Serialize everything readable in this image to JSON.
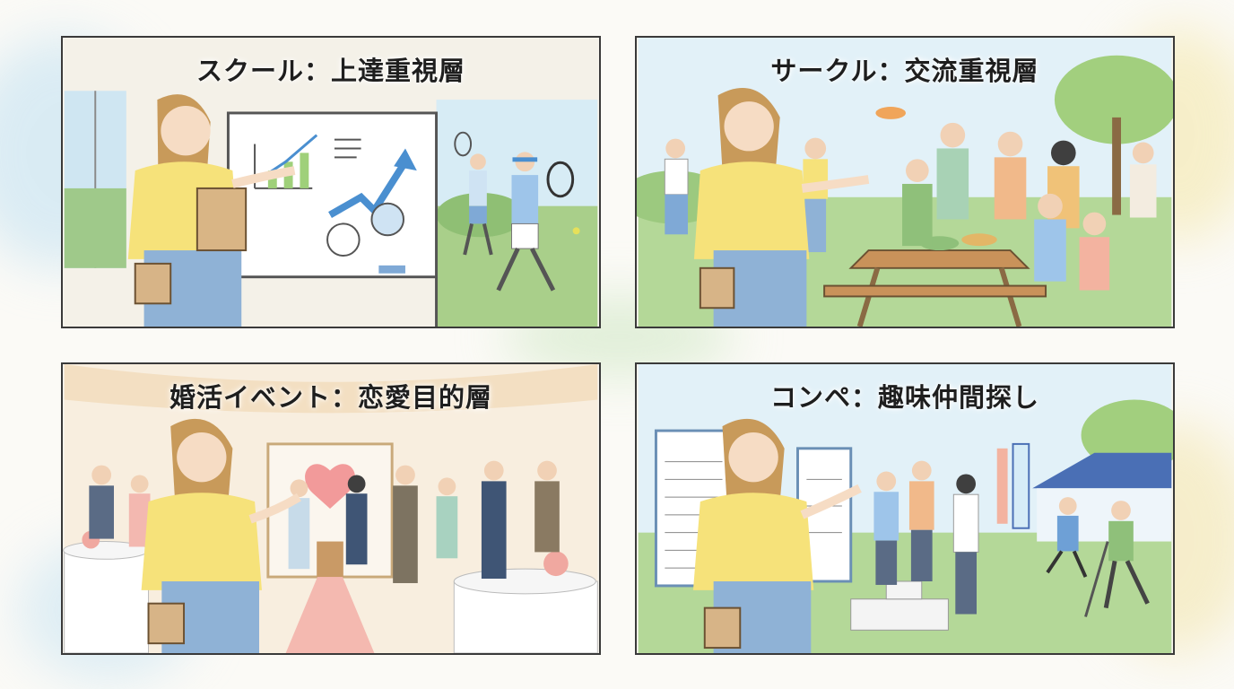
{
  "panels": [
    {
      "caption": "スクール：上達重視層"
    },
    {
      "caption": "サークル：交流重視層"
    },
    {
      "caption": "婚活イベント：恋愛目的層"
    },
    {
      "caption": "コンペ：趣味仲間探し"
    }
  ],
  "colors": {
    "shirt": "#f6e27a",
    "jeans": "#8fb2d6",
    "hair": "#c89a5a",
    "grass": "#a9cf8a",
    "sky": "#d6ecf7",
    "heart": "#f29a9a"
  }
}
